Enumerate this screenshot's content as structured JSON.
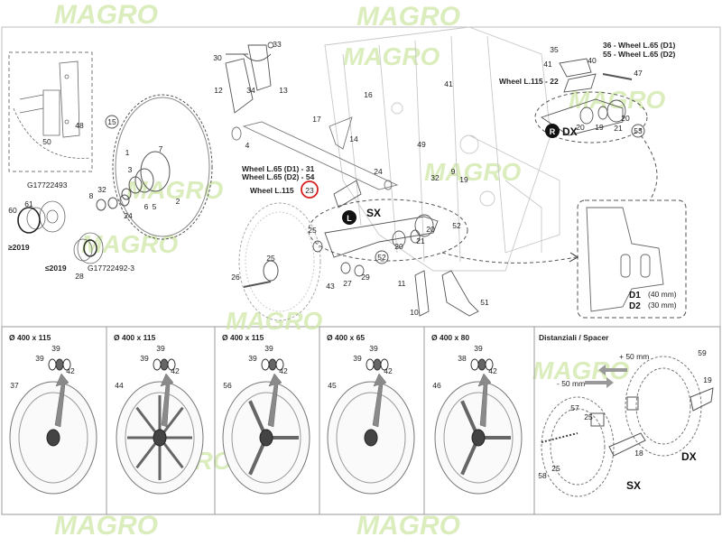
{
  "brand": {
    "watermark": "MAGRO",
    "accent": "#9cc95a",
    "highlight": "#d62020"
  },
  "main": {
    "callouts": [
      {
        "id": "c33",
        "label": "33"
      },
      {
        "id": "c30",
        "label": "30"
      },
      {
        "id": "c12",
        "label": "12"
      },
      {
        "id": "c34",
        "label": "34"
      },
      {
        "id": "c13",
        "label": "13"
      },
      {
        "id": "c16",
        "label": "16"
      },
      {
        "id": "c41b",
        "label": "41"
      },
      {
        "id": "c17",
        "label": "17"
      },
      {
        "id": "c14",
        "label": "14"
      },
      {
        "id": "c15",
        "label": "15"
      },
      {
        "id": "c4",
        "label": "4"
      },
      {
        "id": "c1",
        "label": "1"
      },
      {
        "id": "c7",
        "label": "7"
      },
      {
        "id": "c3",
        "label": "3"
      },
      {
        "id": "c2",
        "label": "2"
      },
      {
        "id": "c6",
        "label": "6"
      },
      {
        "id": "c5",
        "label": "5"
      },
      {
        "id": "c8",
        "label": "8"
      },
      {
        "id": "c32a",
        "label": "32"
      },
      {
        "id": "c24a",
        "label": "24"
      },
      {
        "id": "c49",
        "label": "49"
      },
      {
        "id": "c9",
        "label": "9"
      },
      {
        "id": "c24b",
        "label": "24"
      },
      {
        "id": "c32b",
        "label": "32"
      },
      {
        "id": "c19a",
        "label": "19"
      },
      {
        "id": "c25",
        "label": "25"
      },
      {
        "id": "c20a",
        "label": "20"
      },
      {
        "id": "c21a",
        "label": "21"
      },
      {
        "id": "c20b",
        "label": "20"
      },
      {
        "id": "c52a",
        "label": "52"
      },
      {
        "id": "c52b",
        "label": "52"
      },
      {
        "id": "c26",
        "label": "26"
      },
      {
        "id": "c25b",
        "label": "25"
      },
      {
        "id": "c43",
        "label": "43"
      },
      {
        "id": "c27",
        "label": "27"
      },
      {
        "id": "c29",
        "label": "29"
      },
      {
        "id": "c11",
        "label": "11"
      },
      {
        "id": "c10",
        "label": "10"
      },
      {
        "id": "c51",
        "label": "51"
      },
      {
        "id": "c48",
        "label": "48"
      },
      {
        "id": "c50",
        "label": "50"
      },
      {
        "id": "c61",
        "label": "61"
      },
      {
        "id": "c60",
        "label": "60"
      },
      {
        "id": "c28",
        "label": "28"
      },
      {
        "id": "c35",
        "label": "35"
      },
      {
        "id": "c41",
        "label": "41"
      },
      {
        "id": "c40",
        "label": "40"
      },
      {
        "id": "c47",
        "label": "47"
      },
      {
        "id": "c20c",
        "label": "20"
      },
      {
        "id": "c19b",
        "label": "19"
      },
      {
        "id": "c21b",
        "label": "21"
      },
      {
        "id": "c20d",
        "label": "20"
      },
      {
        "id": "c53",
        "label": "53"
      },
      {
        "id": "c23",
        "label": "23"
      }
    ],
    "texts": {
      "wheel_d1_top": "36 - Wheel L.65 (D1)",
      "wheel_d2_top": "55 - Wheel L.65 (D2)",
      "wheel_115_top": "Wheel L.115 - 22",
      "wheel_d1_mid": "Wheel L.65 (D1) - 31",
      "wheel_d2_mid": "Wheel L.65 (D2) - 54",
      "wheel_115_mid": "Wheel L.115",
      "dx_badge": "R",
      "dx": "DX",
      "sx_badge": "L",
      "sx": "SX",
      "ref_a": "G17722493",
      "ref_b": "G17722492-3",
      "year_ge": "≥2019",
      "year_le": "≤2019",
      "d1": "D1",
      "d2": "D2",
      "d1_mm": "(40 mm)",
      "d2_mm": "(30 mm)"
    }
  },
  "panels": [
    {
      "title": "Ø 400 x 115",
      "parts": [
        "39",
        "39",
        "42",
        "37"
      ]
    },
    {
      "title": "Ø 400 x 115",
      "parts": [
        "39",
        "39",
        "42",
        "44"
      ]
    },
    {
      "title": "Ø 400 x 115",
      "parts": [
        "39",
        "39",
        "42",
        "56"
      ]
    },
    {
      "title": "Ø 400 x 65",
      "parts": [
        "39",
        "39",
        "42",
        "45"
      ]
    },
    {
      "title": "Ø 400 x 80",
      "parts": [
        "39",
        "38",
        "42",
        "46"
      ]
    }
  ],
  "spacer": {
    "title": "Distanziali / Spacer",
    "minus": "- 50 mm",
    "plus": "+ 50 mm",
    "parts": [
      "59",
      "19",
      "57",
      "25",
      "58",
      "25",
      "18"
    ],
    "dx": "DX",
    "sx": "SX"
  }
}
